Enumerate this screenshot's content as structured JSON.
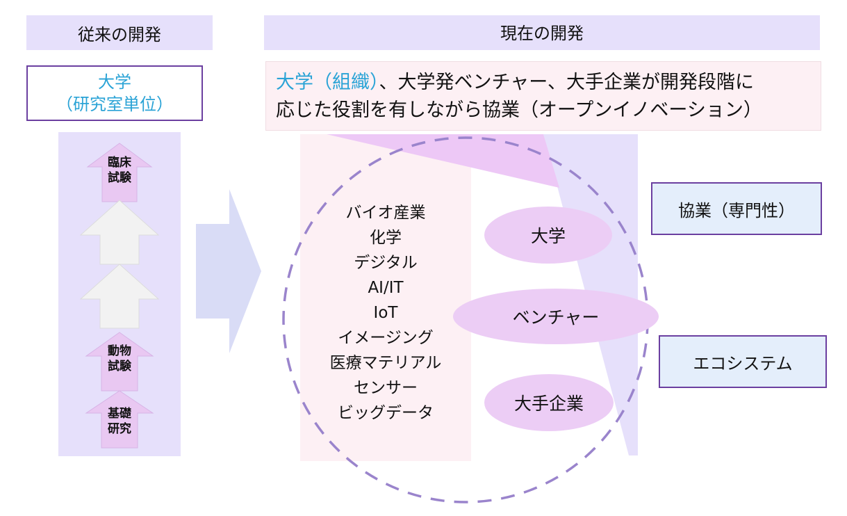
{
  "left": {
    "header": "従来の開発",
    "university_box": {
      "line1": "大学",
      "line2": "（研究室単位）"
    },
    "stages": [
      {
        "line1": "臨床",
        "line2": "試験"
      },
      {
        "line1": "動物",
        "line2": "試験"
      },
      {
        "line1": "基礎",
        "line2": "研究"
      }
    ]
  },
  "right": {
    "header": "現在の開発",
    "description": {
      "highlight": "大学（組織）",
      "line1_rest": "、大学発ベンチャー、大手企業が開発段階に",
      "line2": "応じた役割を有しながら協業（オープンイノベーション）"
    },
    "tech_list": [
      "バイオ産業",
      "化学",
      "デジタル",
      "AI/IT",
      "IoT",
      "イメージング",
      "医療マテリアル",
      "センサー",
      "ビッグデータ"
    ],
    "roles": [
      "大学",
      "ベンチャー",
      "大手企業"
    ],
    "side_boxes": [
      "協業（専門性）",
      "エコシステム"
    ]
  },
  "colors": {
    "header_bg": "#e6e0fb",
    "accent_blue": "#2aa3d6",
    "border_purple": "#6b3fa0",
    "pink_bg": "#fdf0f4",
    "ellipse_fill": "#eccdf5",
    "arrow_pink": "#e9c8f2",
    "arrow_gray": "#f2f2f2",
    "big_arrow": "#d9dcf6",
    "dashed_circle": "#9a84cc",
    "side_box_bg": "#e4eefb"
  }
}
